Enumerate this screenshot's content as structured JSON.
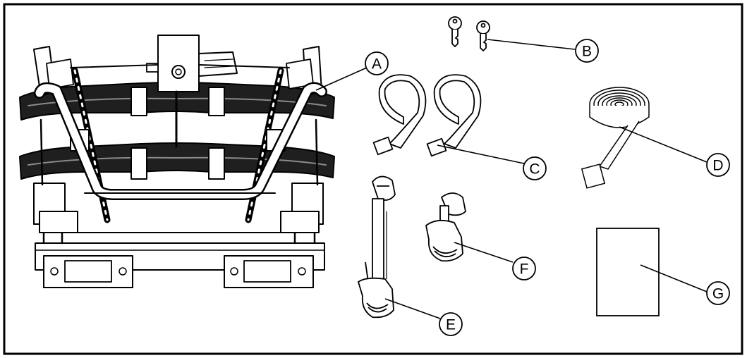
{
  "callouts": [
    {
      "id": "a",
      "letter": "A"
    },
    {
      "id": "b",
      "letter": "B"
    },
    {
      "id": "c",
      "letter": "C"
    },
    {
      "id": "d",
      "letter": "D"
    },
    {
      "id": "e",
      "letter": "E"
    },
    {
      "id": "f",
      "letter": "F"
    },
    {
      "id": "g",
      "letter": "G"
    }
  ],
  "colors": {
    "line": "#000000",
    "panel": "#1a1a1a",
    "mid_gray": "#6e6e6e",
    "light_gray": "#cfcfcf",
    "background": "#ffffff"
  },
  "icons": [
    "bike-carrier-icon",
    "key-icon",
    "strap-icon",
    "coiled-strap-icon",
    "wheel-holder-arm-icon",
    "wheel-holder-icon",
    "manual-sheet-icon"
  ]
}
